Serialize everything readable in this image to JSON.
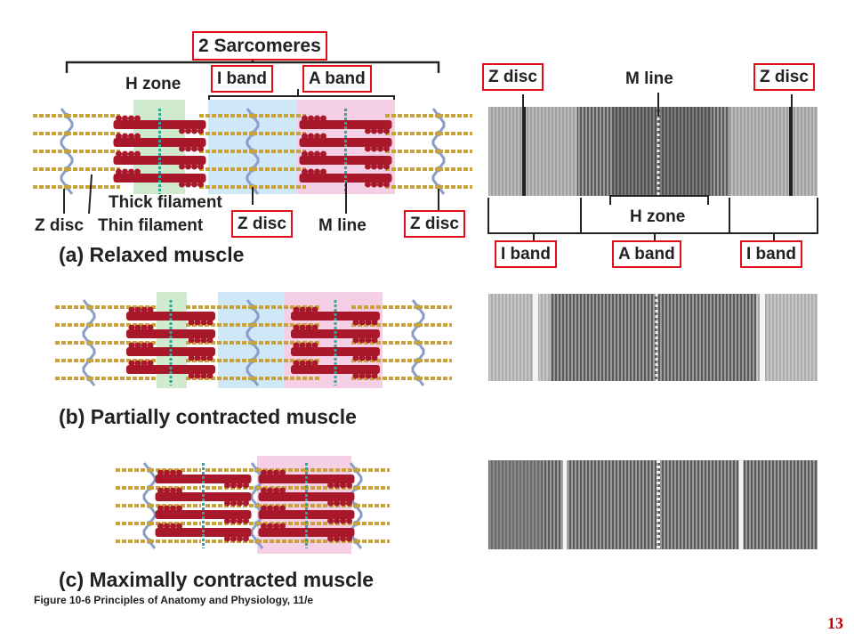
{
  "diagram": {
    "top_bracket_label": "2 Sarcomeres",
    "relaxed_labels": {
      "h_zone": "H zone",
      "i_band": "I band",
      "a_band": "A band",
      "thick_filament": "Thick filament",
      "z_disc_left": "Z disc",
      "thin_filament": "Thin filament",
      "z_disc_mid": "Z disc",
      "m_line": "M line",
      "z_disc_right": "Z disc"
    },
    "micrograph_labels": {
      "z_disc_left": "Z disc",
      "m_line": "M line",
      "z_disc_right": "Z disc",
      "h_zone": "H zone",
      "i_band_left": "I band",
      "a_band": "A band",
      "i_band_right": "I band"
    },
    "captions": {
      "a": "(a) Relaxed muscle",
      "b": "(b) Partially contracted muscle",
      "c": "(c) Maximally contracted muscle"
    },
    "figure_credit": "Figure 10-6  Principles of Anatomy and Physiology, 11/e",
    "page_number": "13"
  },
  "colors": {
    "highlight_box": "#e0101a",
    "thick_filament": "#a8182a",
    "thin_filament": "#c9a23a",
    "z_disc": "#8a9cc8",
    "m_line": "#2aa9a0",
    "h_zone_fill": "#cfeacd",
    "i_band_fill": "#cfe8f7",
    "a_band_fill": "#f5cfe6"
  }
}
